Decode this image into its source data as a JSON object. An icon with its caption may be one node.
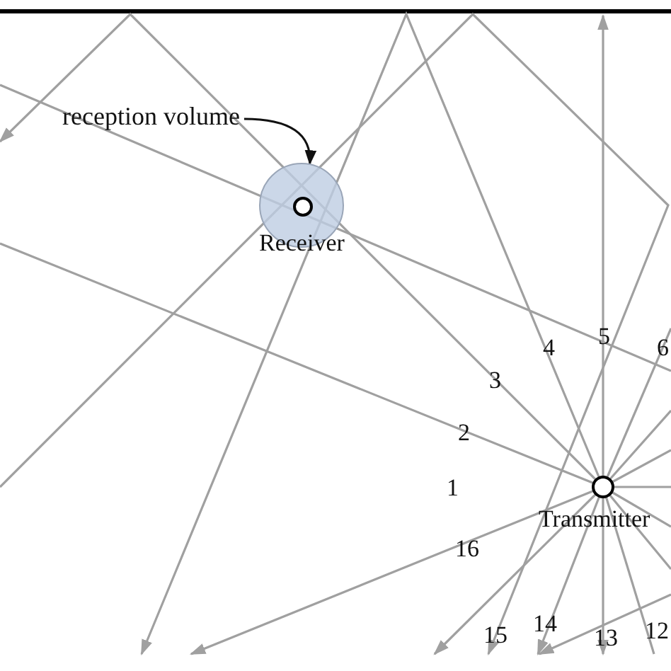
{
  "diagram": {
    "nodes": [
      {
        "text": [
          "reception volume"
        ]
      },
      {
        "text": [],
        "shape": "circle"
      },
      {
        "text": [],
        "shape": "circle",
        "beside": [
          "Receiver"
        ],
        "in": 1
      },
      {
        "text": [],
        "shape": "circle",
        "beside": [
          "Transmitter"
        ]
      }
    ],
    "edges": [
      {
        "from": 0,
        "to": 1,
        "arrow": "to"
      }
    ],
    "labels": [
      "4",
      "5",
      "6",
      "3",
      "2",
      "1",
      "16",
      "15",
      "14",
      "13",
      "12"
    ]
  }
}
